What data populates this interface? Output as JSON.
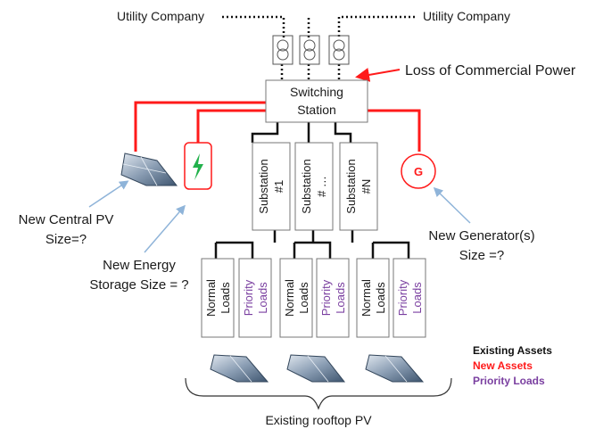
{
  "utility_left": "Utility Company",
  "utility_right": "Utility Company",
  "loss_label": "Loss of Commercial Power",
  "switching_station": {
    "line1": "Switching",
    "line2": "Station"
  },
  "substations": [
    {
      "line1": "Substation",
      "line2": "#1"
    },
    {
      "line1": "Substation",
      "line2": "# …"
    },
    {
      "line1": "Substation",
      "line2": "#N"
    }
  ],
  "loads": {
    "normal": {
      "line1": "Normal",
      "line2": "Loads"
    },
    "priority": {
      "line1": "Priority",
      "line2": "Loads"
    }
  },
  "generator_symbol": "G",
  "central_pv": {
    "line1": "New Central PV",
    "line2": "Size=?"
  },
  "energy_storage": {
    "line1": "New Energy",
    "line2": "Storage Size = ?"
  },
  "generator": {
    "line1": "New Generator(s)",
    "line2": "Size =?"
  },
  "rooftop_pv": "Existing rooftop PV",
  "legend": [
    {
      "label": "Existing Assets",
      "color": "#111111"
    },
    {
      "label": "New Assets",
      "color": "#ff1a1a"
    },
    {
      "label": "Priority Loads",
      "color": "#7a3fa0"
    }
  ],
  "colors": {
    "new_assets": "#ff1a1a",
    "existing": "#111111",
    "priority": "#7a3fa0",
    "pointer": "#8fb4d9"
  }
}
